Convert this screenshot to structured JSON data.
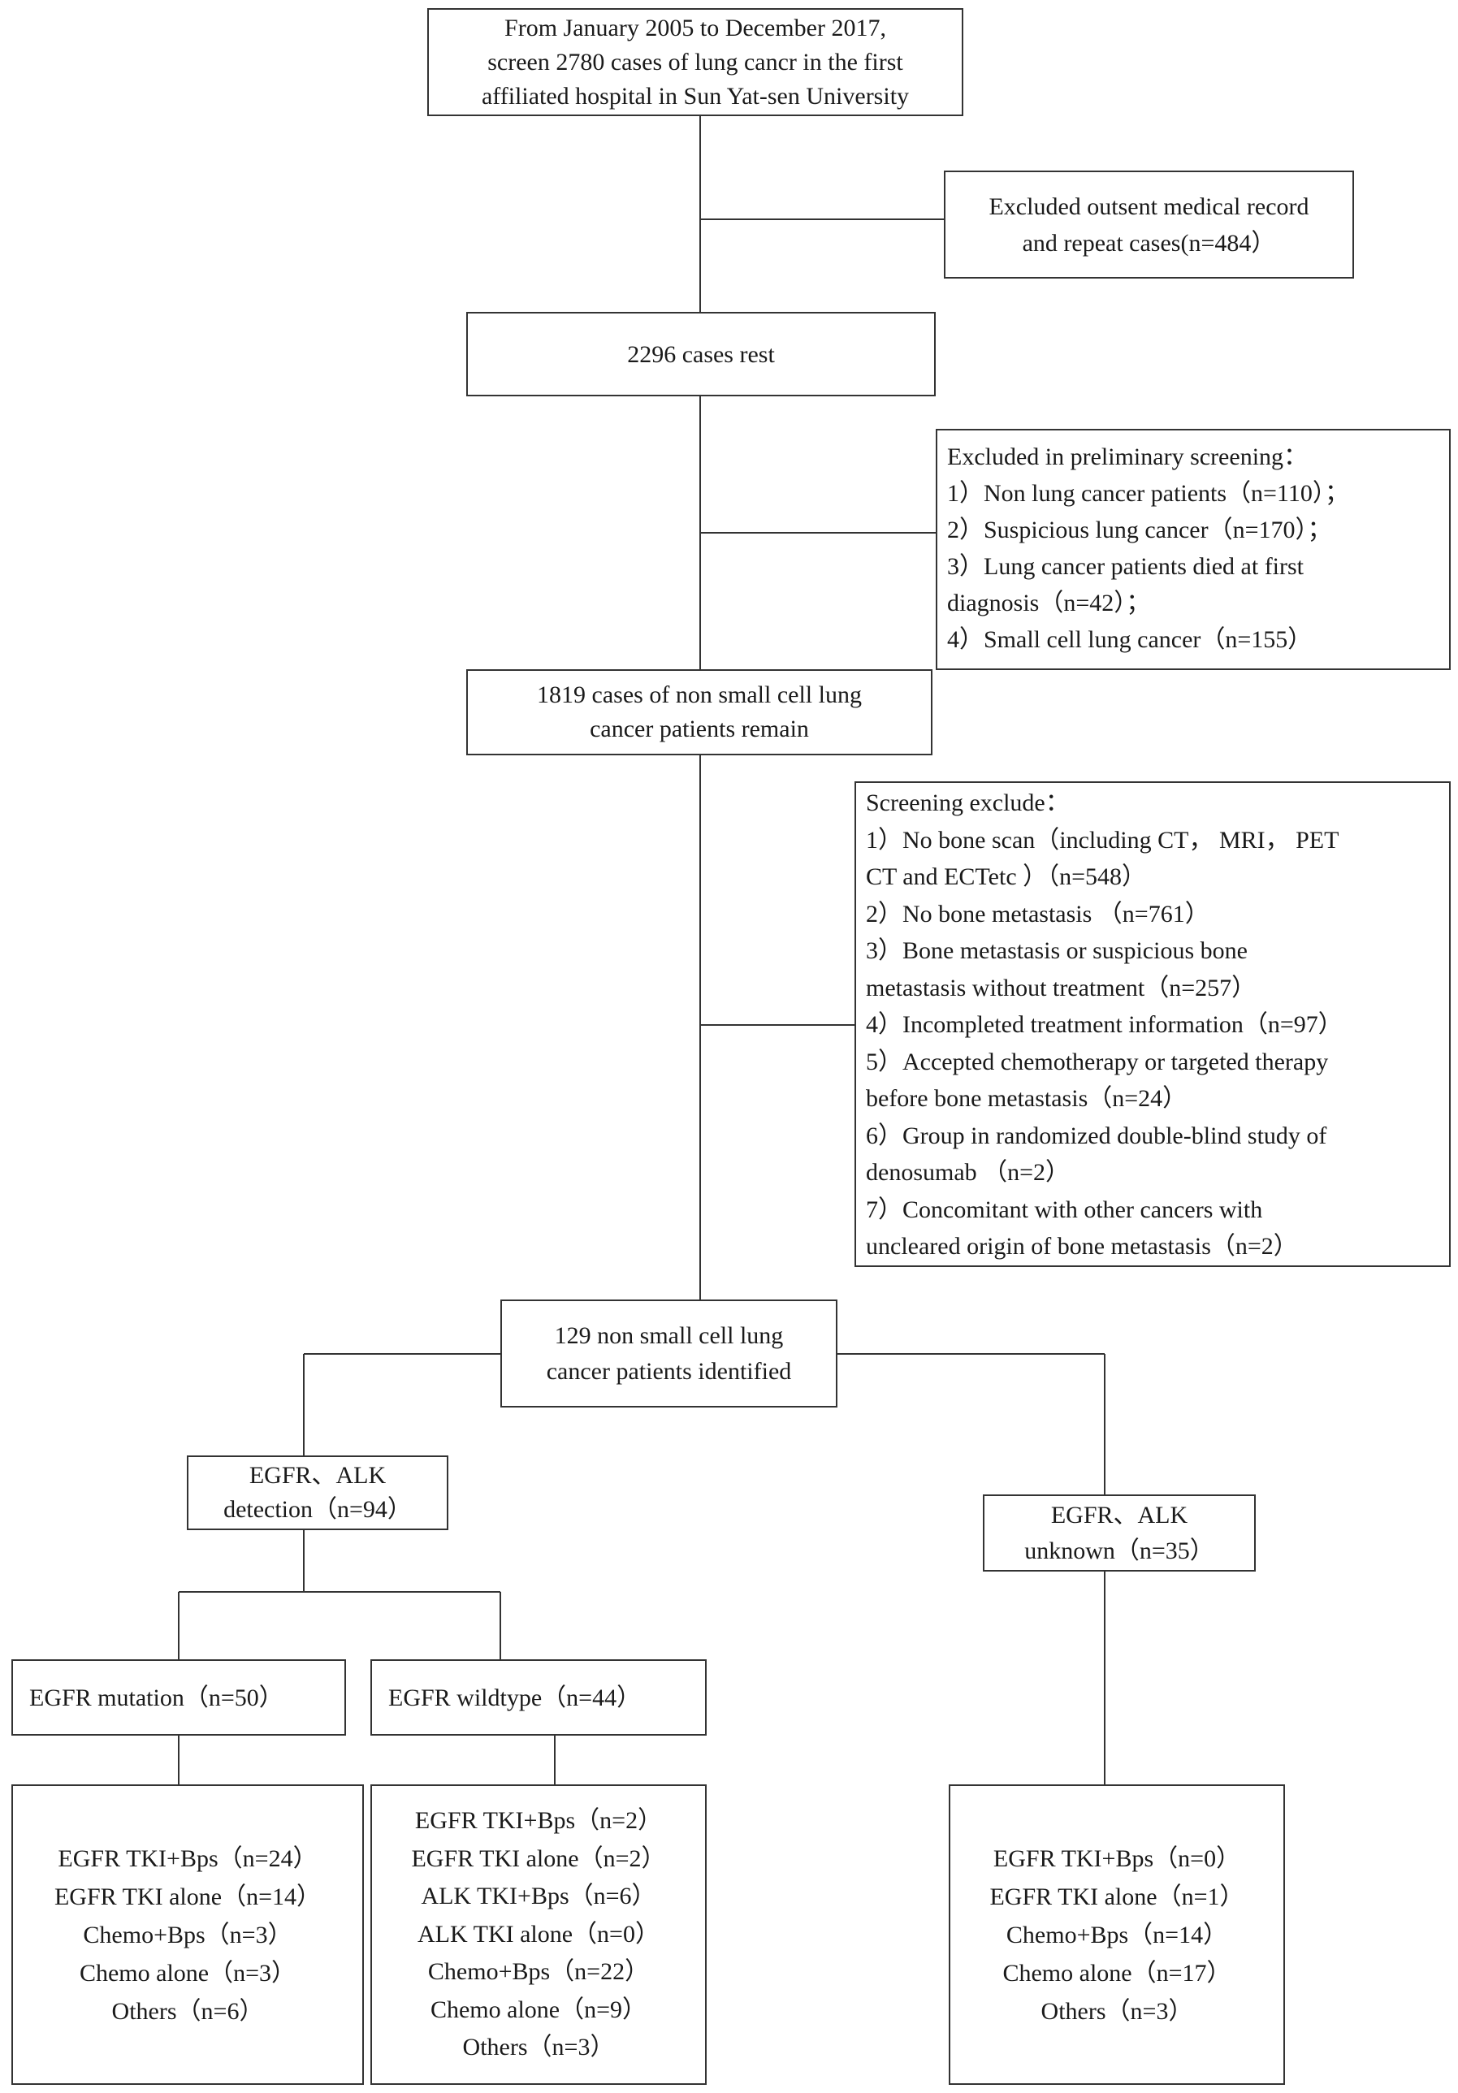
{
  "boxes": {
    "source": [
      "From January 2005 to December 2017,",
      "screen 2780 cases of lung cancr in the first",
      "affiliated hospital in Sun Yat-sen University"
    ],
    "excluded_outsent": [
      "Excluded outsent medical record",
      "and repeat cases(n=484）"
    ],
    "rest": [
      "2296 cases rest"
    ],
    "excluded_prelim": [
      "Excluded in preliminary  screening：",
      "1）Non lung cancer patients（n=110）；",
      "2）Suspicious lung cancer（n=170）；",
      "3）Lung cancer patients died at first",
      "diagnosis（n=42）；",
      "4）Small cell lung cancer（n=155）"
    ],
    "nsclc_remain": [
      "1819 cases of non small cell lung",
      "cancer patients remain"
    ],
    "screening_exclude": [
      "Screening exclude：",
      "1）No bone scan（including CT， MRI， PET",
      "CT and ECTetc ）（n=548）",
      "2）No bone metastasis （n=761）",
      "3）Bone metastasis or suspicious bone",
      "metastasis without treatment（n=257）",
      "4）Incompleted treatment information（n=97）",
      "5）Accepted chemotherapy or targeted therapy",
      "before bone metastasis（n=24）",
      "6）Group in randomized double-blind study of",
      "denosumab （n=2）",
      "7）Concomitant with other cancers with",
      "uncleared origin of bone metastasis（n=2）"
    ],
    "identified": [
      "129 non small cell lung",
      "cancer patients identified"
    ],
    "detection": [
      "EGFR、ALK",
      "detection（n=94）"
    ],
    "unknown": [
      "EGFR、ALK",
      "unknown（n=35）"
    ],
    "mutation": [
      "EGFR mutation（n=50）"
    ],
    "wildtype": [
      "EGFR wildtype（n=44）"
    ],
    "mutation_tx": [
      "EGFR TKI+Bps（n=24）",
      "EGFR TKI alone（n=14）",
      "Chemo+Bps（n=3）",
      "Chemo alone（n=3）",
      "Others（n=6）"
    ],
    "wildtype_tx": [
      "EGFR TKI+Bps（n=2）",
      "EGFR TKI alone（n=2）",
      "ALK TKI+Bps（n=6）",
      "ALK TKI alone（n=0）",
      "Chemo+Bps（n=22）",
      "Chemo alone（n=9）",
      "Others（n=3）"
    ],
    "unknown_tx": [
      "EGFR TKI+Bps（n=0）",
      "EGFR TKI alone（n=1）",
      "Chemo+Bps（n=14）",
      "Chemo alone（n=17）",
      "Others（n=3）"
    ]
  },
  "colors": {
    "line": "#333333",
    "text": "#1a1a1a"
  }
}
